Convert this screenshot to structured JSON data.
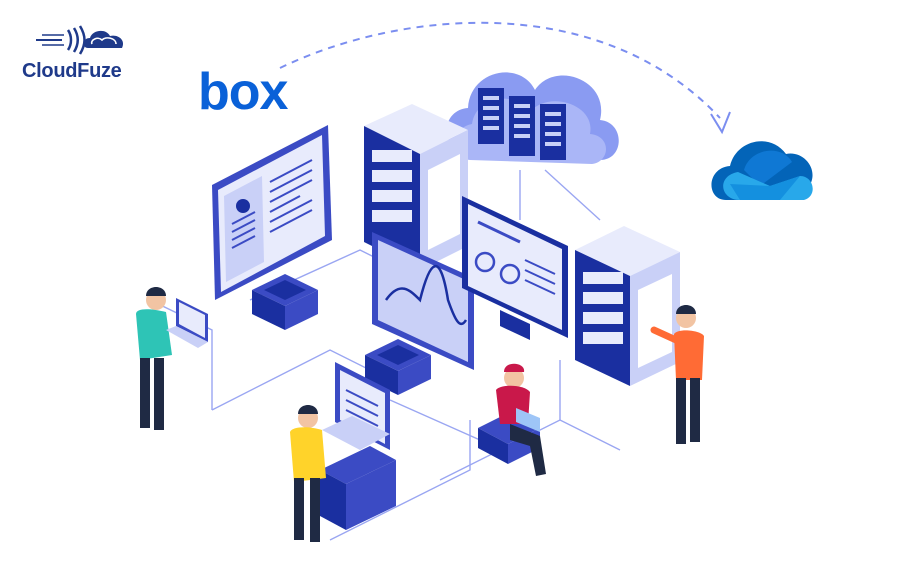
{
  "brand": {
    "name": "CloudFuze",
    "icon": "cloudfuze-logo-icon",
    "color": "#1f3a8a"
  },
  "source": {
    "name": "box",
    "icon": "box-logo",
    "color": "#0a61d8"
  },
  "destination": {
    "icon": "onedrive-cloud-icon",
    "colors": [
      "#0364b8",
      "#0f78d4",
      "#1490df",
      "#28a8ea"
    ]
  },
  "palette": {
    "navy": "#1a2fa0",
    "indigo": "#3b4bc4",
    "lavender": "#c9d0f7",
    "pale": "#e8ebfc",
    "accent": "#7b8ef0"
  }
}
